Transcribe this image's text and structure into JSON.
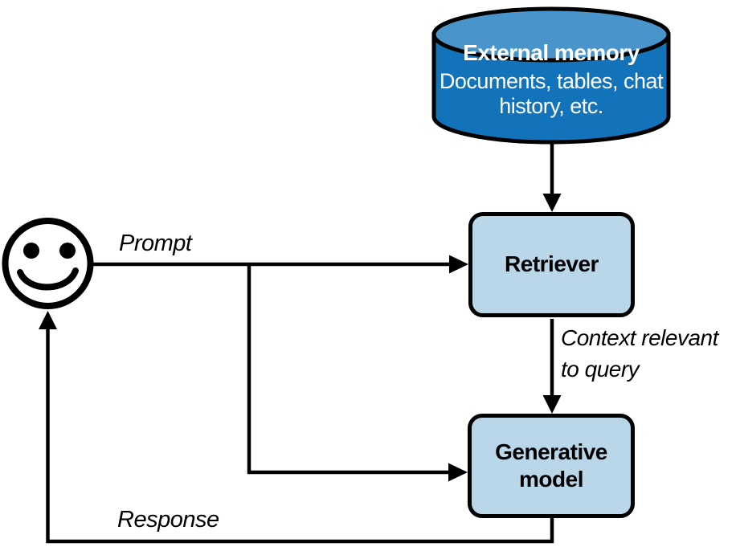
{
  "colors": {
    "cylinder_body": "#1373BA",
    "cylinder_top": "#4A94CC",
    "node_fill": "#B9D7E8",
    "line": "#000000",
    "background": "#FFFFFF"
  },
  "nodes": {
    "external_memory": {
      "title": "External memory",
      "subtitle": "Documents, tables, chat history, etc."
    },
    "retriever": {
      "label": "Retriever"
    },
    "generative_model": {
      "label": "Generative model"
    }
  },
  "edge_labels": {
    "prompt": "Prompt",
    "context": "Context relevant to query",
    "response": "Response"
  }
}
